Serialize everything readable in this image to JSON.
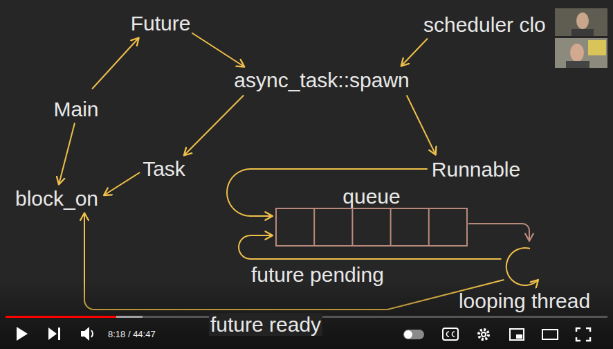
{
  "diagram": {
    "nodes": [
      {
        "text": [
          "Future"
        ]
      },
      {
        "text": [
          "scheduler clo"
        ]
      },
      {
        "text": [
          "Main"
        ]
      },
      {
        "text": [
          "async_task::spawn"
        ]
      },
      {
        "text": [
          "Task"
        ]
      },
      {
        "text": [
          "block_on"
        ]
      },
      {
        "text": [
          "Runnable"
        ]
      },
      {
        "text": [
          "queue"
        ]
      },
      {
        "text": [
          "looping thread"
        ]
      }
    ],
    "edges": [
      {
        "from": 2,
        "to": 0,
        "arrow": "to"
      },
      {
        "from": 0,
        "to": 3,
        "arrow": "to"
      },
      {
        "from": 1,
        "to": 3,
        "arrow": "to"
      },
      {
        "from": 3,
        "to": 4,
        "arrow": "to"
      },
      {
        "from": 3,
        "to": 6,
        "arrow": "to"
      },
      {
        "from": 2,
        "to": 5,
        "arrow": "to"
      },
      {
        "from": 4,
        "to": 5,
        "arrow": "to"
      },
      {
        "from": 6,
        "to": 7,
        "arrow": "to"
      },
      {
        "from": 7,
        "to": 8,
        "arrow": "to"
      },
      {
        "from": 8,
        "to": 7,
        "label": "future pending",
        "arrow": "to"
      },
      {
        "from": 8,
        "to": 5,
        "label": "future ready",
        "arrow": "to"
      }
    ],
    "labels": [
      "8:18 / 44:47"
    ]
  }
}
